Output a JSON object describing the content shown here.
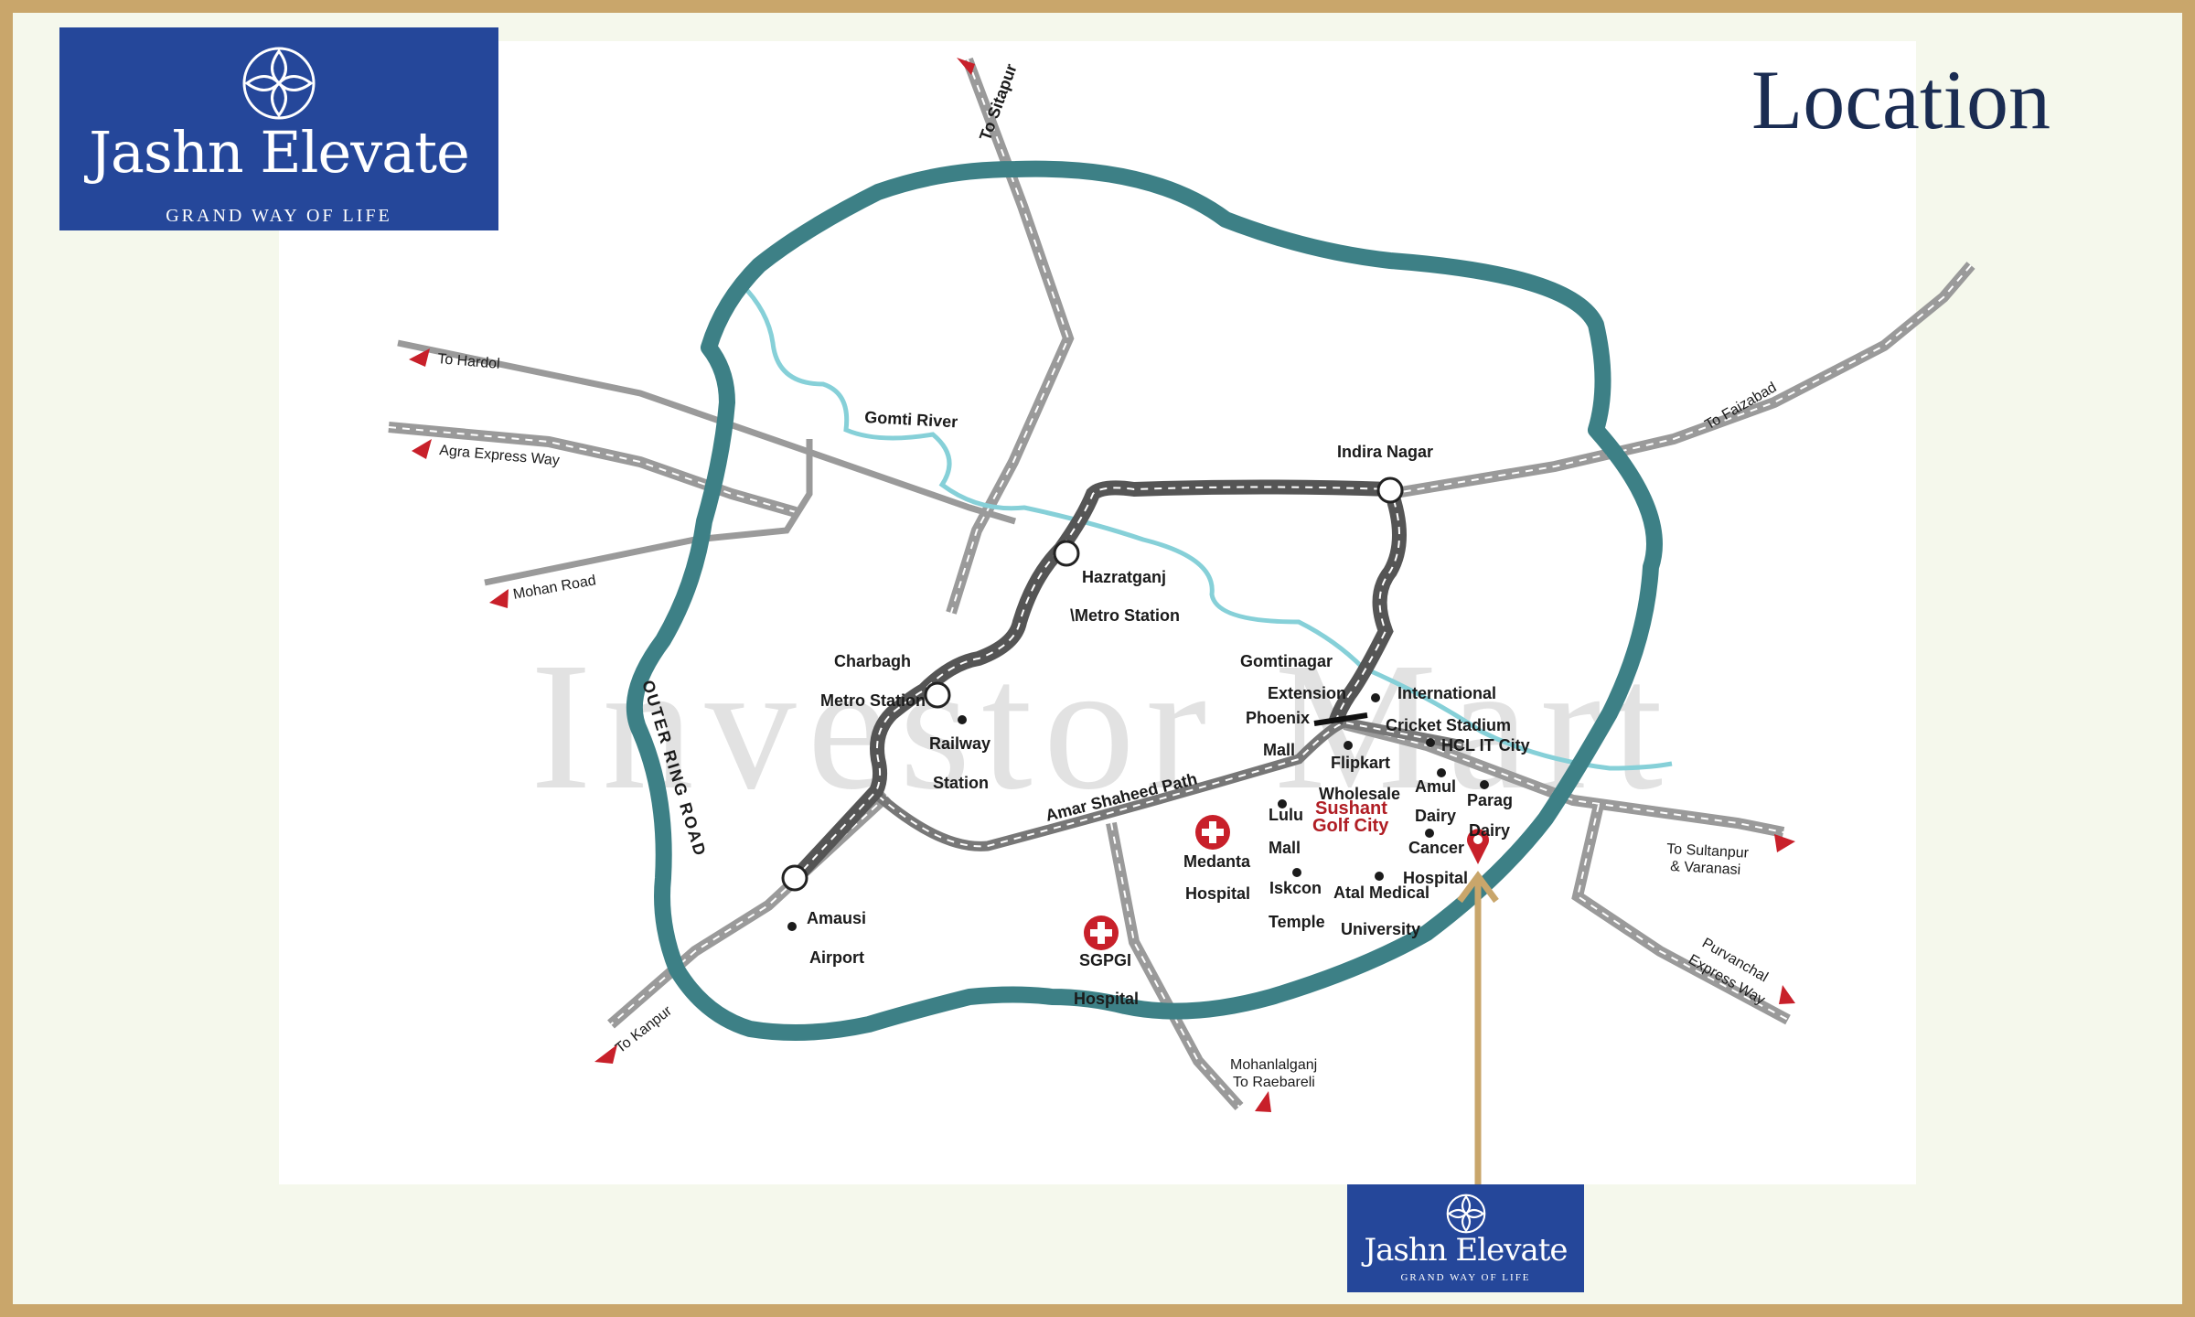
{
  "brand": {
    "name": "Jashn Elevate",
    "tagline": "GRAND WAY OF LIFE",
    "color": "#25479a"
  },
  "page": {
    "heading": "Location",
    "watermark": "Investor Mart"
  },
  "map": {
    "ring_road_label": "OUTER RING ROAD",
    "river_label": "Gomti River",
    "road_labels": {
      "amar_shaheed_path": "Amar Shaheed Path",
      "to_sitapur": "To Sitapur",
      "to_hardoi": "To Hardol",
      "agra_express": "Agra Express Way",
      "mohan_road": "Mohan Road",
      "to_faizabad": "To Faizabad",
      "to_kanpur": "To Kanpur",
      "to_sultanpur_1": "To Sultanpur",
      "to_sultanpur_2": "& Varanasi",
      "purvanchal_1": "Purvanchal",
      "purvanchal_2": "Express Way",
      "mohanlalganj_1": "Mohanlalganj",
      "mohanlalganj_2": "To Raebareli"
    },
    "places": {
      "indira_nagar": "Indira Nagar",
      "hazratganj_1": "Hazratganj",
      "hazratganj_2": "\\Metro Station",
      "charbagh_1": "Charbagh",
      "charbagh_2": "Metro Station",
      "railway_1": "Railway",
      "railway_2": "Station",
      "gomtinagar_1": "Gomtinagar",
      "gomtinagar_2": "Extension",
      "phoenix_1": "Phoenix",
      "phoenix_2": "Mall",
      "international": "International",
      "cricket": "Cricket Stadium",
      "hcl": "HCL IT City",
      "flipkart_1": "Flipkart",
      "flipkart_2": "Wholesale",
      "amul_1": "Amul",
      "amul_2": "Dairy",
      "parag_1": "Parag",
      "parag_2": "Dairy",
      "sushant_1": "Sushant",
      "sushant_2": "Golf City",
      "lulu_1": "Lulu",
      "lulu_2": "Mall",
      "medanta_1": "Medanta",
      "medanta_2": "Hospital",
      "cancer_1": "Cancer",
      "cancer_2": "Hospital",
      "iskcon_1": "Iskcon",
      "iskcon_2": "Temple",
      "atal_1": "Atal Medical",
      "atal_2": "University",
      "sgpgi_1": "SGPGI",
      "sgpgi_2": "Hospital",
      "amausi_1": "Amausi",
      "amausi_2": "Airport"
    },
    "colors": {
      "ring": "#3d8086",
      "river": "#86d0d8",
      "metro": "#555555",
      "road": "#9a9a9a",
      "arrow": "#c8202a",
      "pin": "#c8202a",
      "pointer": "#c9a66b"
    }
  }
}
